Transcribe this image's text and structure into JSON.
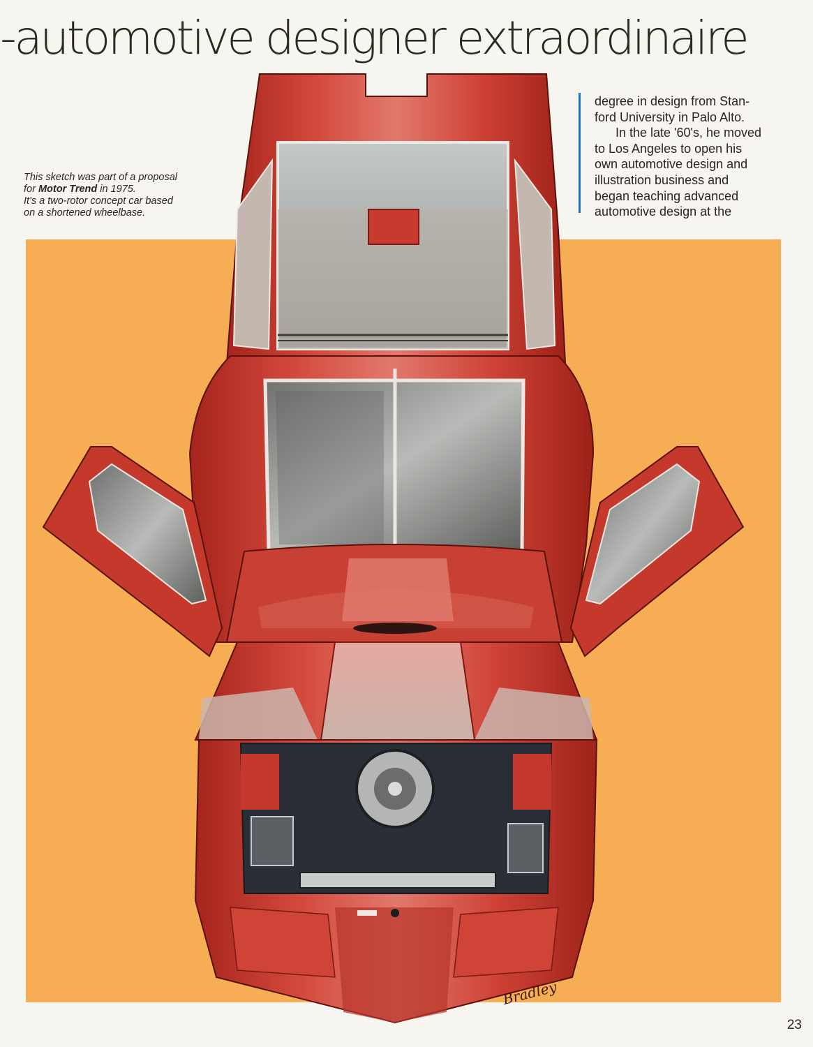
{
  "headline": "-automotive designer extraordinaire",
  "caption": {
    "line1": "This sketch was part of a proposal",
    "line2_prefix": "for ",
    "line2_bold": "Motor Trend",
    "line2_suffix": " in 1975.",
    "line3": "It's a two-rotor concept car based",
    "line4": "on a shortened wheelbase."
  },
  "body": {
    "lines": [
      "degree in design from Stan-",
      "ford University in Palo Alto.",
      "In the late '60's, he moved",
      "to Los Angeles to open his",
      "own automotive design and",
      "illustration business and",
      "began teaching advanced",
      "automotive design at the"
    ]
  },
  "artwork": {
    "subject": "car-illustration",
    "signature": "Bradley"
  },
  "page_number": "23",
  "colors": {
    "background": "#f7f5ef",
    "panel": "#f6ad53",
    "car_red": "#c8362b",
    "accent_rule": "#1d74c8"
  }
}
